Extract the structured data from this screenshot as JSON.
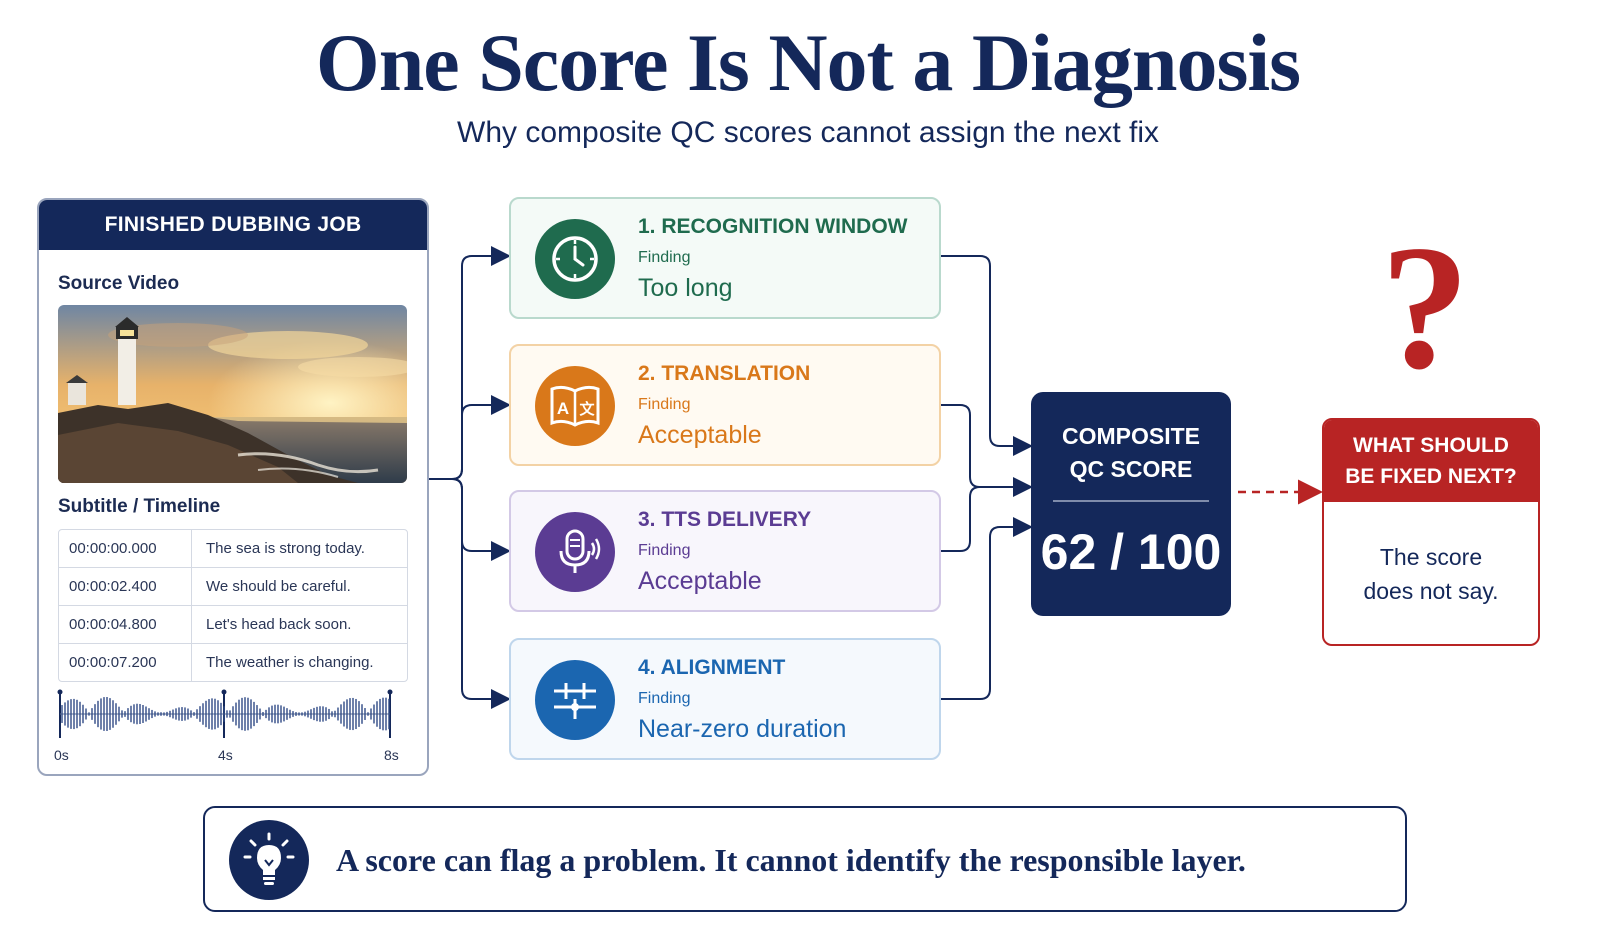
{
  "title": "One Score Is Not a Diagnosis",
  "subtitle": "Why composite QC scores cannot assign the next fix",
  "job": {
    "header": "FINISHED DUBBING JOB",
    "source_label": "Source Video",
    "subtitle_label": "Subtitle / Timeline",
    "subtitles": [
      {
        "time": "00:00:00.000",
        "text": "The sea is strong today."
      },
      {
        "time": "00:00:02.400",
        "text": "We should be careful."
      },
      {
        "time": "00:00:04.800",
        "text": "Let's head back soon."
      },
      {
        "time": "00:00:07.200",
        "text": "The weather is changing."
      }
    ],
    "timeline_ticks": [
      "0s",
      "4s",
      "8s"
    ]
  },
  "findings": [
    {
      "title": "1. RECOGNITION WINDOW",
      "label": "Finding",
      "value": "Too long",
      "color": "#1f6b4e",
      "border": "#b9d9cd",
      "bg": "#f4faf7",
      "icon": "clock-icon"
    },
    {
      "title": "2. TRANSLATION",
      "label": "Finding",
      "value": "Acceptable",
      "color": "#d9781a",
      "border": "#f3d2a5",
      "bg": "#fffaf2",
      "icon": "translate-book-icon"
    },
    {
      "title": "3. TTS DELIVERY",
      "label": "Finding",
      "value": "Acceptable",
      "color": "#5b3c93",
      "border": "#d3c9e6",
      "bg": "#f8f6fc",
      "icon": "microphone-icon"
    },
    {
      "title": "4. ALIGNMENT",
      "label": "Finding",
      "value": "Near-zero duration",
      "color": "#1b66b0",
      "border": "#bfd6ec",
      "bg": "#f5f9fd",
      "icon": "alignment-icon"
    }
  ],
  "score": {
    "label_line1": "COMPOSITE",
    "label_line2": "QC SCORE",
    "value": "62 / 100"
  },
  "question": {
    "mark": "?",
    "header_line1": "WHAT SHOULD",
    "header_line2": "BE FIXED NEXT?",
    "text_line1": "The score",
    "text_line2": "does not say."
  },
  "banner": {
    "text": "A score can flag a problem. It cannot identify the responsible layer.",
    "icon": "lightbulb-icon"
  },
  "colors": {
    "navy": "#14285a",
    "red": "#b82424"
  }
}
